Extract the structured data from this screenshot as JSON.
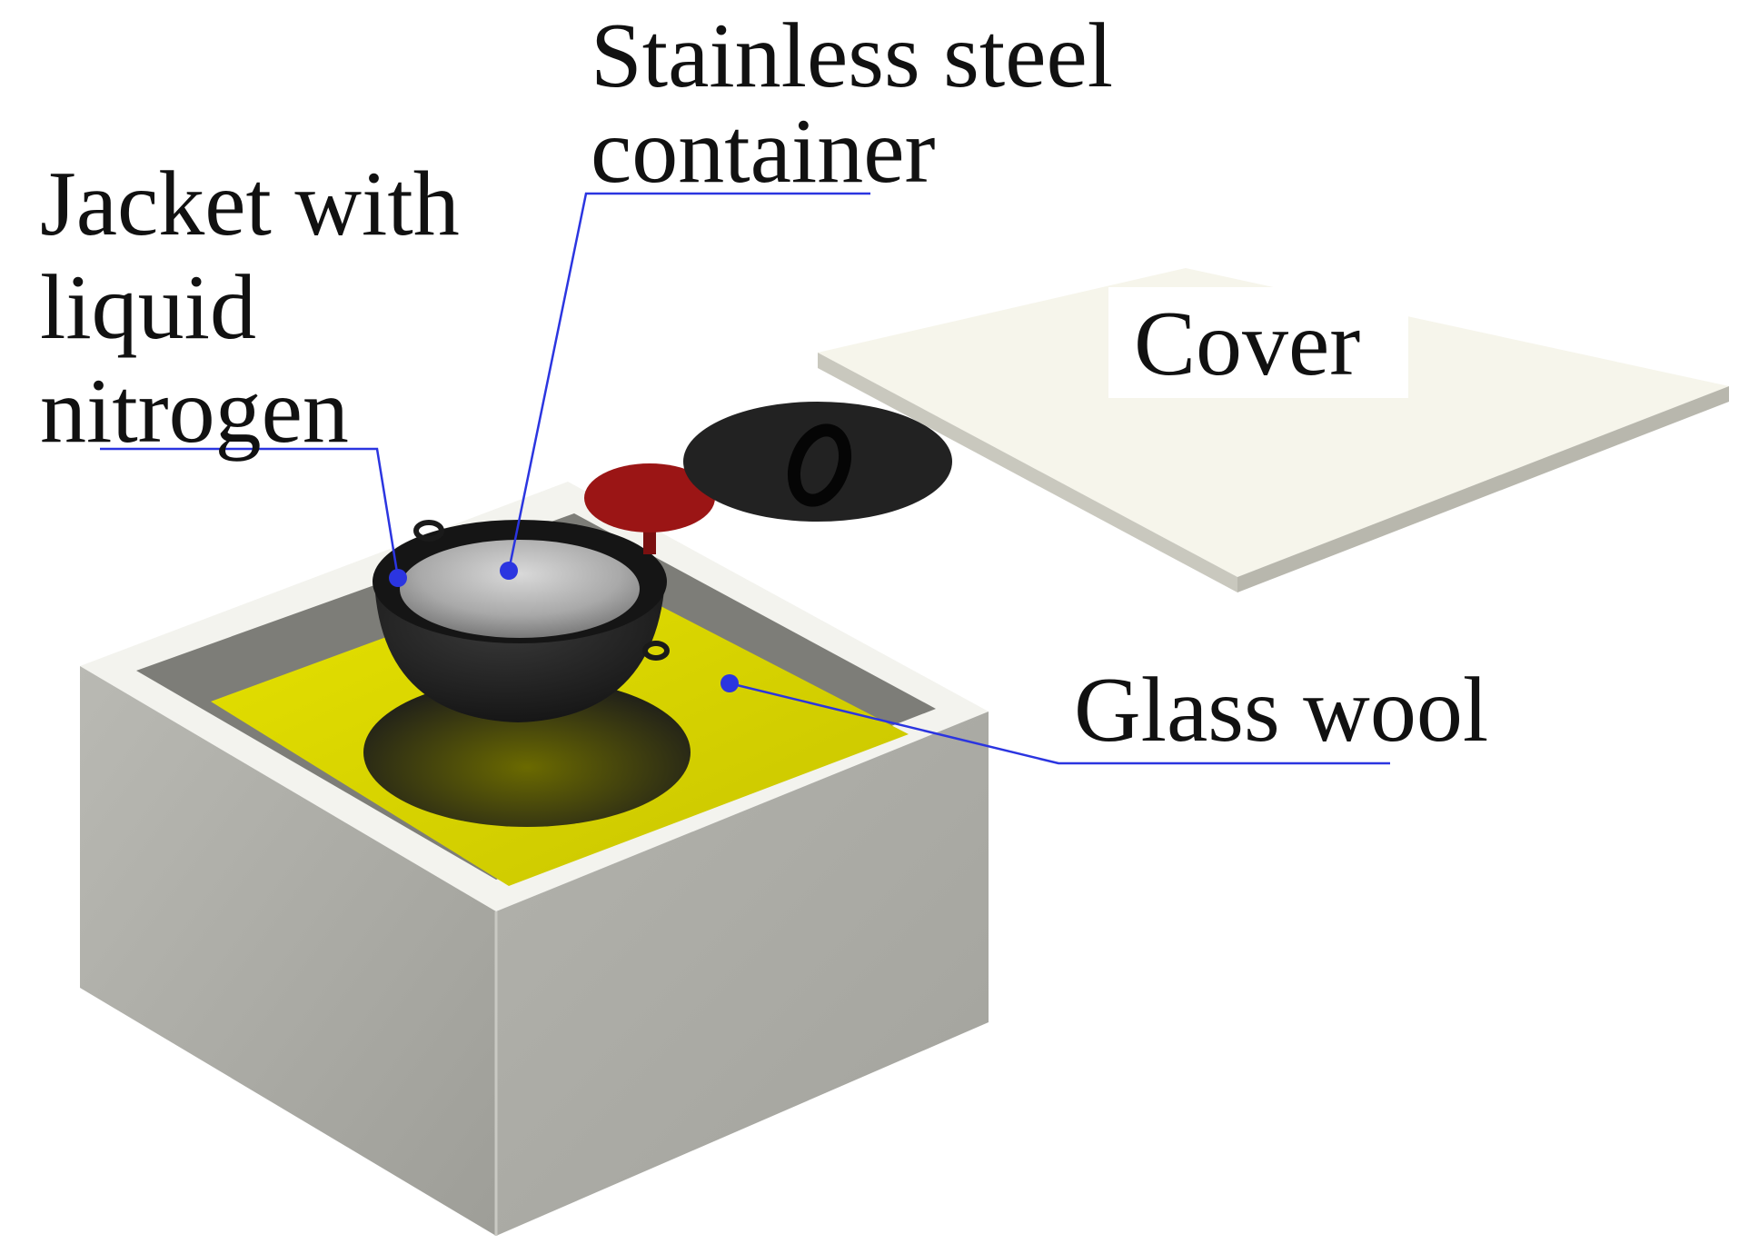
{
  "labels": {
    "stainless_line1": "Stainless steel",
    "stainless_line2": "container",
    "jacket_line1": "Jacket with",
    "jacket_line2": "liquid",
    "jacket_line3": "nitrogen",
    "cover": "Cover",
    "glass_wool": "Glass wool"
  },
  "colors": {
    "leader_line": "#2b35e0",
    "glass_wool": "#d9d400",
    "box_side_front": "#a9a9a3",
    "box_top_rim": "#f3f3ee",
    "cover_top": "#f6f5eb",
    "jacket": "#1f1f1f",
    "steel": "#b9b9b9",
    "red_disk": "#9b1515",
    "lid": "#222222"
  },
  "icons": {
    "leader_marker": "circle-dot"
  }
}
